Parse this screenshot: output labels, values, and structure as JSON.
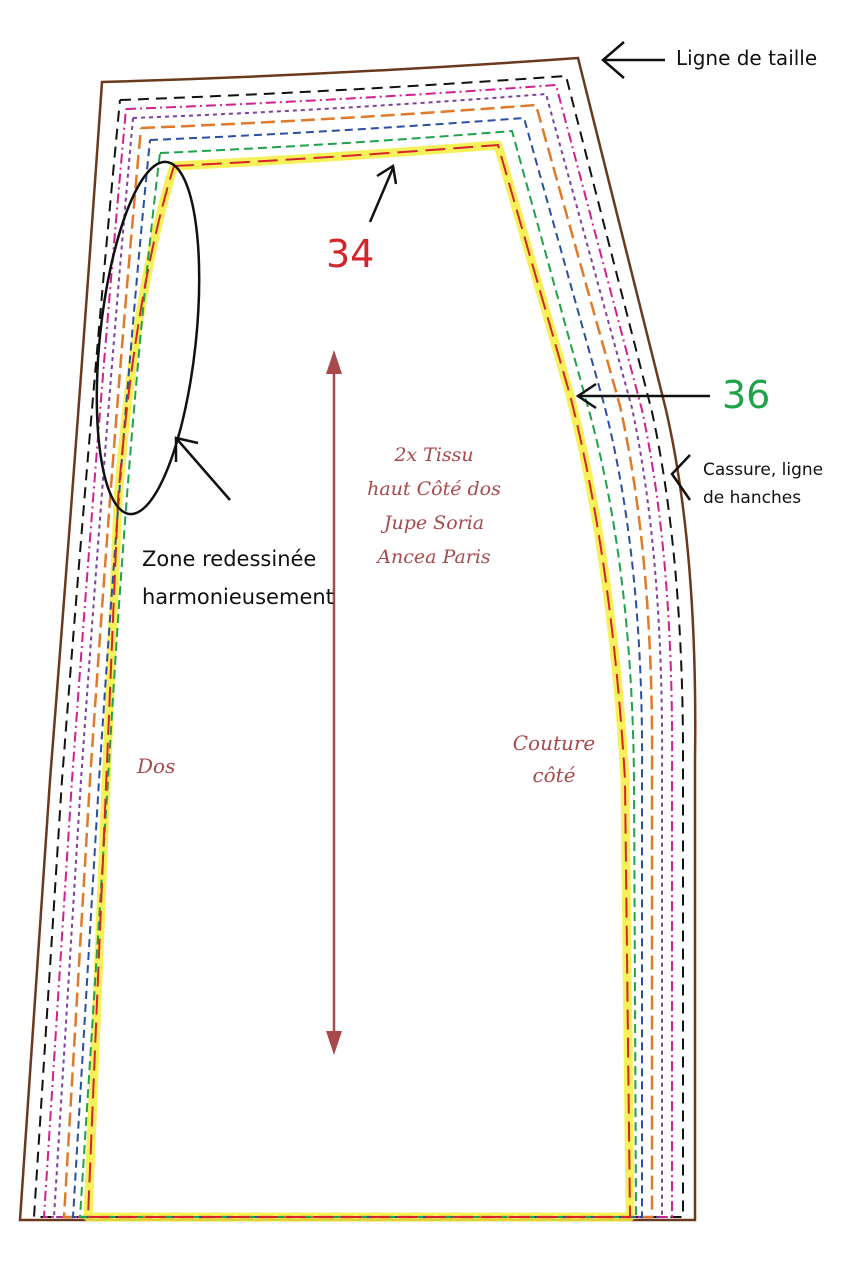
{
  "labels": {
    "waistline": "Ligne de taille",
    "size_34": "34",
    "size_36": "36",
    "hipline": [
      "Cassure, ligne",
      "de hanches"
    ],
    "zone_redrawn": [
      "Zone redessinée",
      "harmonieusement"
    ],
    "piece_info": [
      "2x Tissu",
      "haut Côté dos",
      "Jupe Soria",
      "Ancea Paris"
    ],
    "back": "Dos",
    "side_seam": [
      "Couture",
      "côté"
    ]
  },
  "colors": {
    "outline": "#6b3a1e",
    "size_34": "#d6242b",
    "size_36": "#1fa24a",
    "highlight": "#f6ef3c",
    "grainline": "#a8494b",
    "handwriting": "#a8494b",
    "dash_orange": "#e07a2a",
    "dash_blue": "#2b4fa0",
    "dash_purple": "#7b3fa0",
    "dash_magenta": "#d21f8e",
    "dash_black": "#111111"
  }
}
